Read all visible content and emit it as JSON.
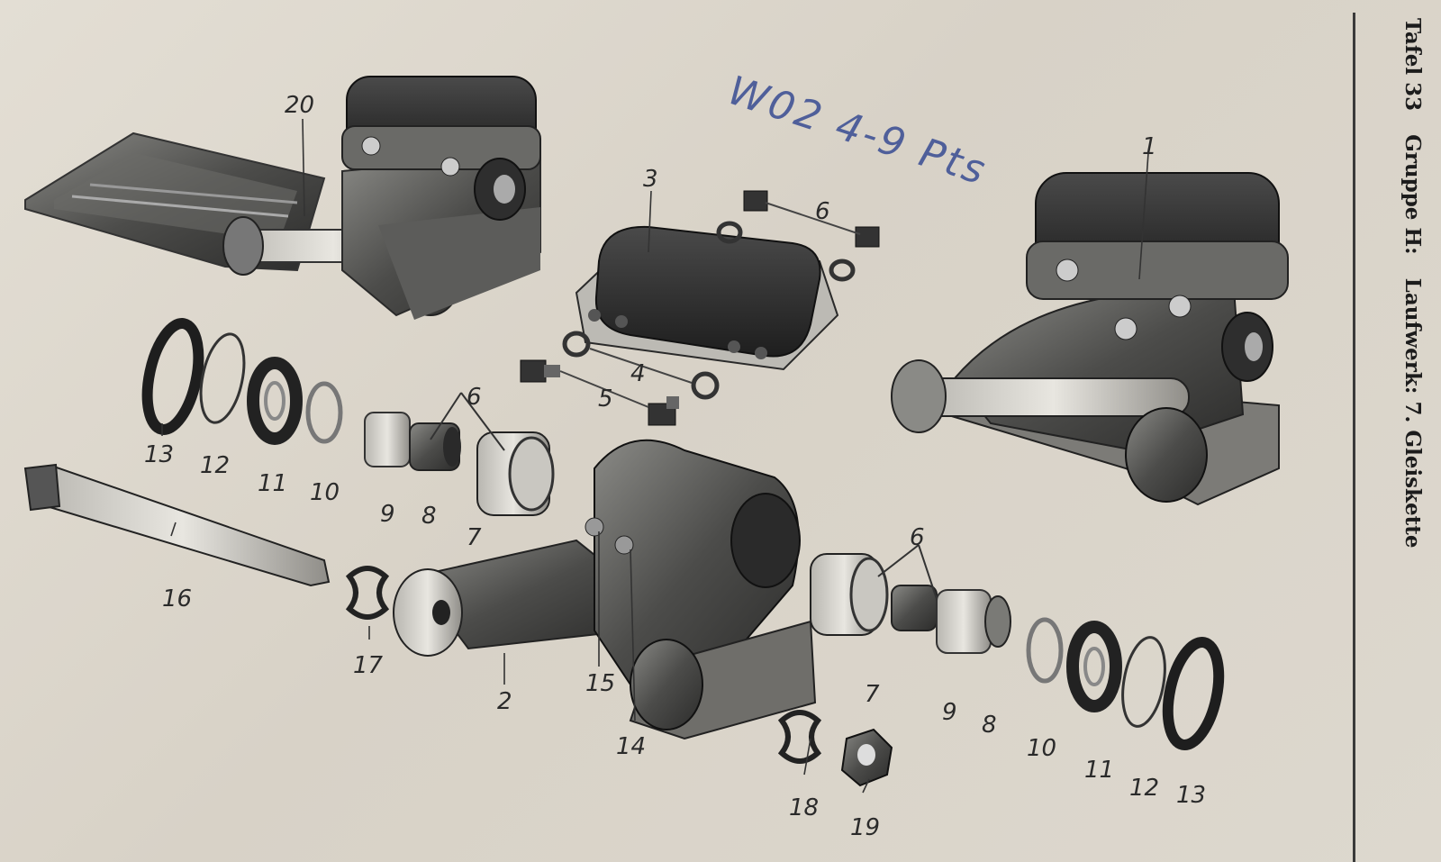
{
  "header": {
    "plate": "Tafel 33",
    "group": "Gruppe H:",
    "section": "Laufwerk: 7. Gleiskette"
  },
  "handwritten_note": "W02 4-9 Pts",
  "callouts": {
    "c1": "1",
    "c2": "2",
    "c3": "3",
    "c4": "4",
    "c5": "5",
    "c6a": "6",
    "c6b": "6",
    "c6c": "6",
    "c7a": "7",
    "c7b": "7",
    "c8a": "8",
    "c8b": "8",
    "c9a": "9",
    "c9b": "9",
    "c10a": "10",
    "c10b": "10",
    "c11a": "11",
    "c11b": "11",
    "c12a": "12",
    "c12b": "12",
    "c13a": "13",
    "c13b": "13",
    "c14": "14",
    "c15": "15",
    "c16": "16",
    "c17": "17",
    "c18": "18",
    "c19": "19",
    "c20": "20"
  },
  "colors": {
    "paper": "#dcd7cd",
    "ink": "#2a2a2a",
    "metal_dark": "#2f2f2f",
    "metal_mid": "#5a5a5a",
    "note_ink": "#4f5f9a"
  }
}
